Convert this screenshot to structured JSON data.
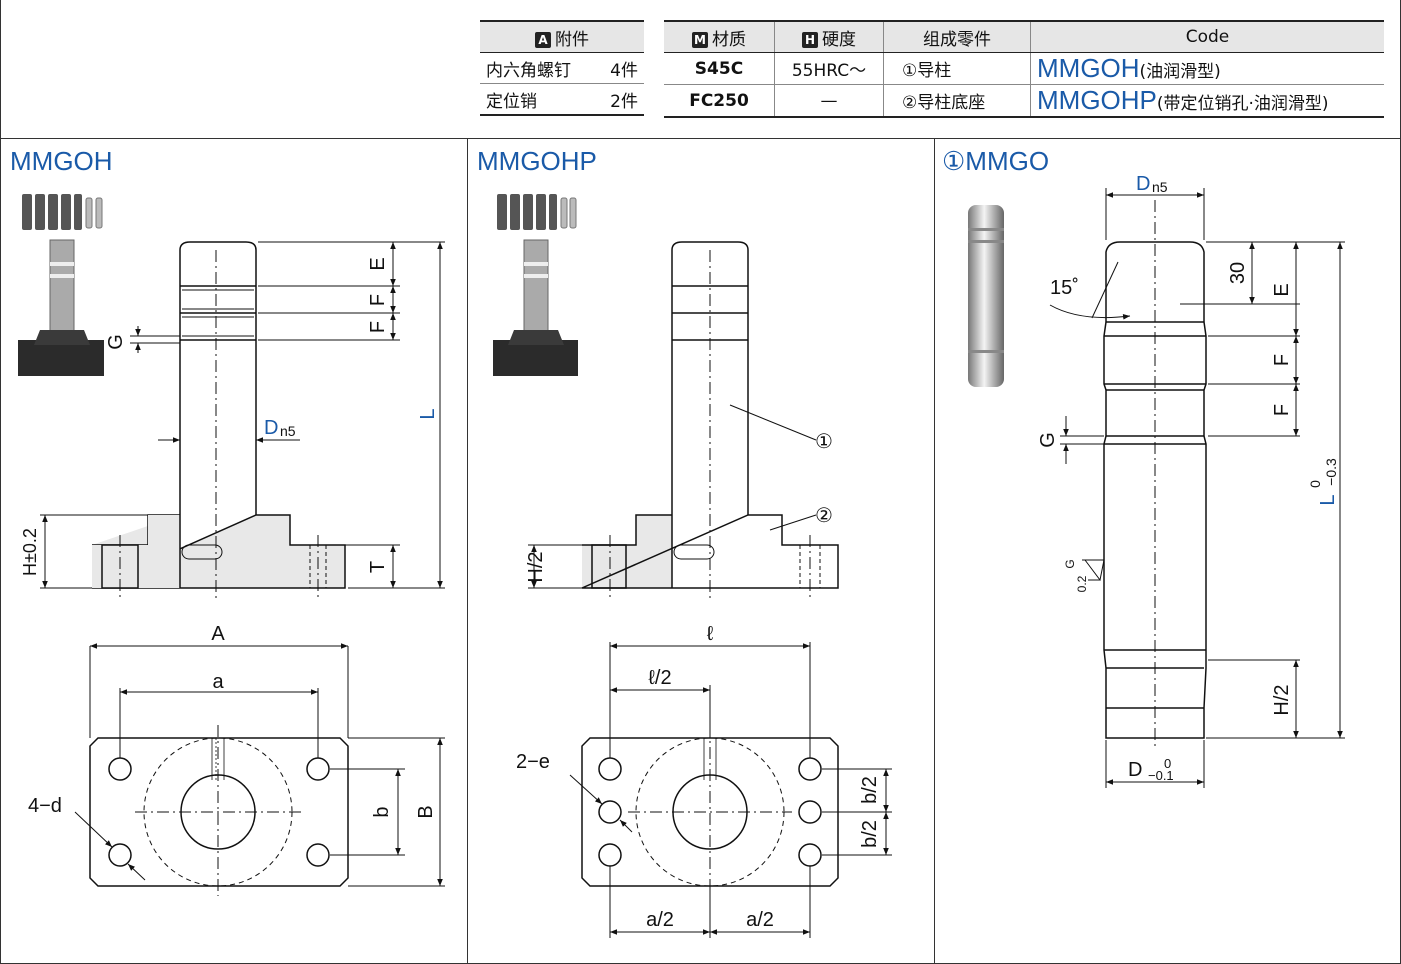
{
  "accessory_table": {
    "header_badge": "A",
    "header": "附件",
    "rows": [
      {
        "name": "内六角螺钉",
        "qty": "4件"
      },
      {
        "name": "定位销",
        "qty": "2件"
      }
    ]
  },
  "material_table": {
    "headers": [
      {
        "badge": "M",
        "label": "材质"
      },
      {
        "badge": "H",
        "label": "硬度"
      },
      {
        "badge": "",
        "label": "组成零件"
      },
      {
        "badge": "",
        "label": "Code"
      }
    ],
    "rows": [
      {
        "material": "S45C",
        "hardness": "55HRC～",
        "part": "①导柱",
        "code": "MMGOH",
        "code_note": "(油润滑型)"
      },
      {
        "material": "FC250",
        "hardness": "—",
        "part": "②导柱底座",
        "code": "MMGOHP",
        "code_note": "(带定位销孔·油润滑型)"
      }
    ]
  },
  "panels": {
    "p1": {
      "title": "MMGOH",
      "labels": {
        "E": "E",
        "F1": "F",
        "F2": "F",
        "G": "G",
        "L": "L",
        "D": "D",
        "n5": "n5",
        "H": "H±0.2",
        "T": "T",
        "A": "A",
        "a": "a",
        "d": "4−d",
        "b": "b",
        "B": "B"
      }
    },
    "p2": {
      "title": "MMGOHP",
      "labels": {
        "c1": "①",
        "c2": "②",
        "H2": "H/2",
        "l": "ℓ",
        "l2": "ℓ/2",
        "e": "2−e",
        "b21": "b/2",
        "b22": "b/2",
        "a21": "a/2",
        "a22": "a/2"
      }
    },
    "p3": {
      "title": "①MMGO",
      "labels": {
        "D": "D",
        "n5": "n5",
        "a30": "30",
        "a15": "15˚",
        "E": "E",
        "F1": "F",
        "F2": "F",
        "G": "G",
        "L": "L",
        "Ltol_up": "0",
        "Ltol_dn": "−0.3",
        "Gsym": "G",
        "rough": "0.2",
        "H2": "H/2",
        "Dbot": "D",
        "Dtol_up": "0",
        "Dtol_dn": "−0.1"
      }
    }
  },
  "colors": {
    "accent": "#1a5aa8",
    "part_fill": "#e8e8e8",
    "photo": "#2b2b2b"
  }
}
